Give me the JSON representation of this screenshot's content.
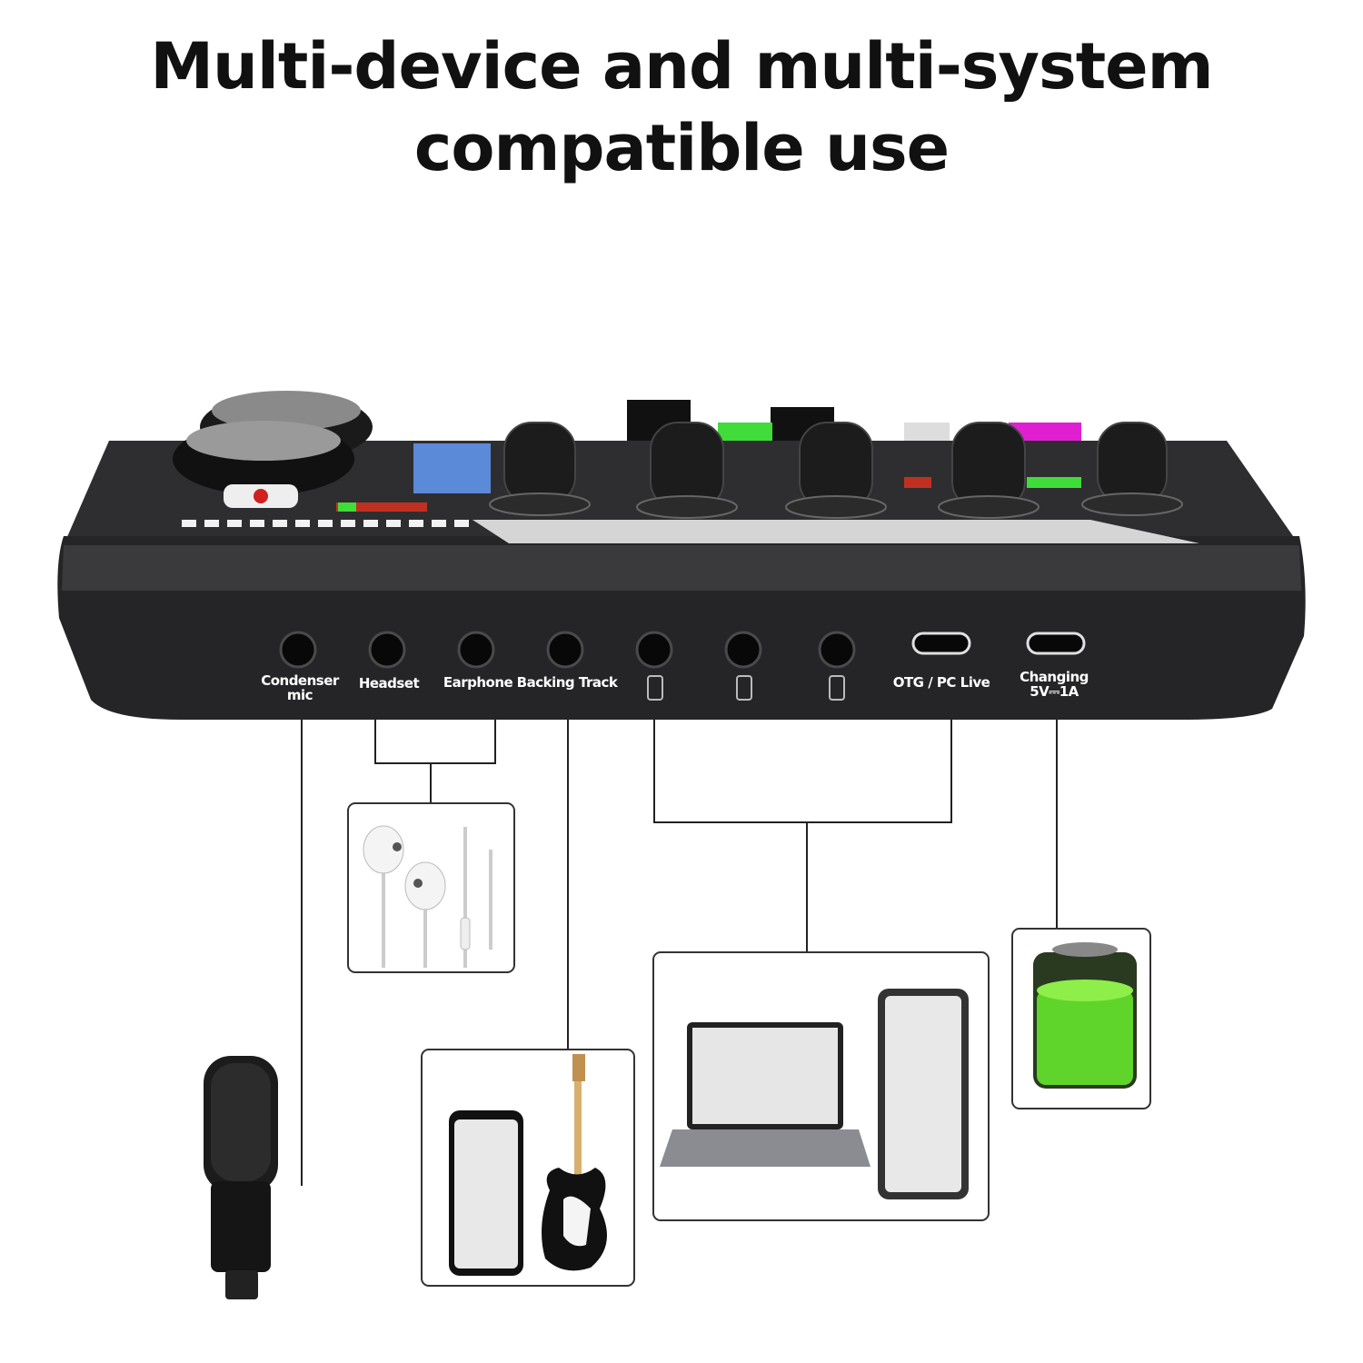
{
  "title": {
    "line1": "Multi-device and multi-system",
    "line2": "compatible use"
  },
  "ports": [
    {
      "label": "Condenser",
      "label2": "mic",
      "type": "3.5mm-jack"
    },
    {
      "label": "Headset",
      "type": "3.5mm-jack"
    },
    {
      "label": "Earphone",
      "type": "3.5mm-jack"
    },
    {
      "label": "Backing Track",
      "type": "3.5mm-jack"
    },
    {
      "label": "",
      "type": "3.5mm-jack",
      "icon": "phone-icon"
    },
    {
      "label": "",
      "type": "3.5mm-jack",
      "icon": "phone-icon"
    },
    {
      "label": "",
      "type": "3.5mm-jack",
      "icon": "phone-icon"
    },
    {
      "label": "OTG / PC Live",
      "type": "usb-c"
    },
    {
      "label": "Changing",
      "label2": "5V⎓1A",
      "type": "usb-c"
    }
  ],
  "colors": {
    "device": "#2a2a2c",
    "accent_green": "#3fdc3a",
    "accent_magenta": "#e020d0",
    "battery_green": "#5fd42a"
  }
}
